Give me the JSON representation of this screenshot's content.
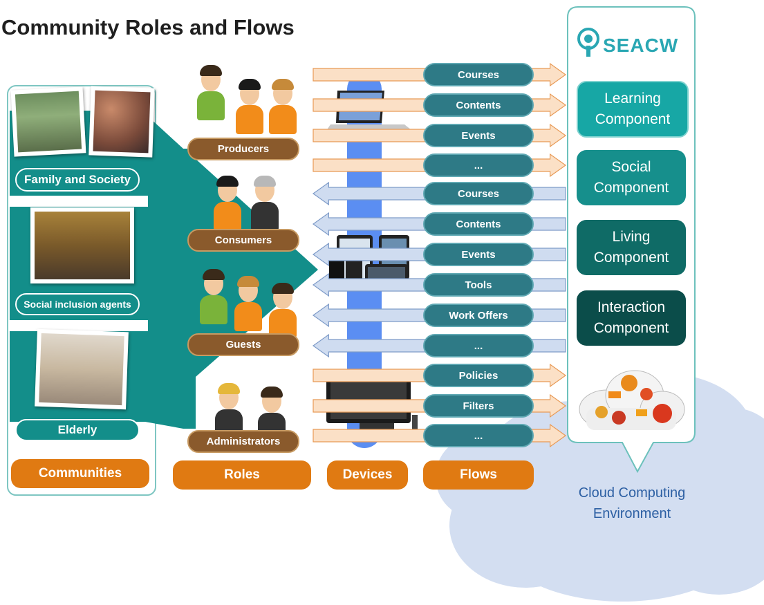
{
  "title": "Community Roles and Flows",
  "logo_text": "SEACW",
  "communities": {
    "items": [
      "Family and Society",
      "Social inclusion agents",
      "Elderly"
    ],
    "label": "Communities"
  },
  "roles": {
    "items": [
      "Producers",
      "Consumers",
      "Guests",
      "Administrators"
    ],
    "label": "Roles"
  },
  "devices_label": "Devices",
  "flows": {
    "label": "Flows",
    "out_producers": [
      "Courses",
      "Contents",
      "Events",
      "..."
    ],
    "in_consumers": [
      "Courses",
      "Contents",
      "Events",
      "Tools",
      "Work Offers",
      "..."
    ],
    "out_admins": [
      "Policies",
      "Filters",
      "..."
    ]
  },
  "components": [
    {
      "label": "Learning\nComponent",
      "color": "#17a7a5"
    },
    {
      "label": "Social\nComponent",
      "color": "#168f8c"
    },
    {
      "label": "Living\nComponent",
      "color": "#0f6b66"
    },
    {
      "label": "Interaction\nComponent",
      "color": "#0b4d4a"
    }
  ],
  "cloud_label": {
    "line1": "Cloud Computing",
    "line2": "Environment"
  },
  "colors": {
    "teal": "#138e8a",
    "orange": "#e07a12",
    "role_brown": "#8a5a2c",
    "flow_pill": "#2e7a86",
    "device_bar": "#5b8ef2",
    "cloud": "#d3def1",
    "cloud_text": "#2c5fa3"
  }
}
